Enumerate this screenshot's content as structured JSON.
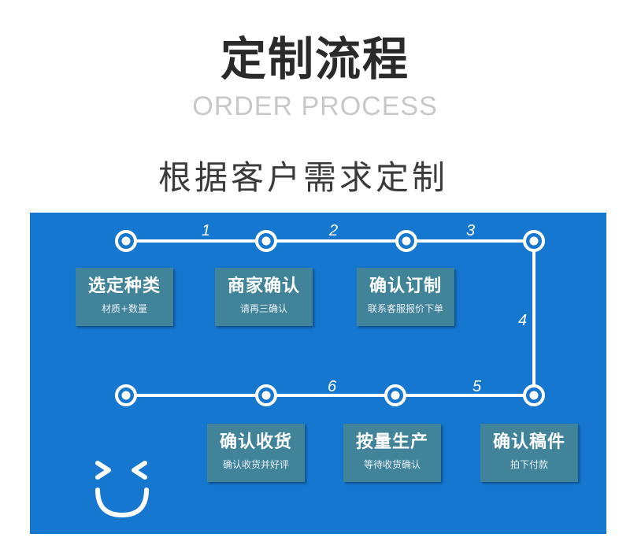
{
  "header": {
    "title": "定制流程",
    "subtitle": "ORDER PROCESS",
    "tagline": "根据客户需求定制"
  },
  "colors": {
    "panel_bg": "#1577d0",
    "step_box": "#41849a",
    "line": "#ffffff"
  },
  "steps": [
    {
      "title": "选定种类",
      "desc": "材质+数量"
    },
    {
      "title": "商家确认",
      "desc": "请再三确认"
    },
    {
      "title": "确认订制",
      "desc": "联系客服报价下单"
    },
    {
      "title": "确认稿件",
      "desc": "拍下付款"
    },
    {
      "title": "按量生产",
      "desc": "等待收货确认"
    },
    {
      "title": "确认收货",
      "desc": "确认收货并好评"
    }
  ],
  "segment_numbers": [
    "1",
    "2",
    "3",
    "4",
    "5",
    "6"
  ],
  "mascot_icon": "smiley-face-icon"
}
